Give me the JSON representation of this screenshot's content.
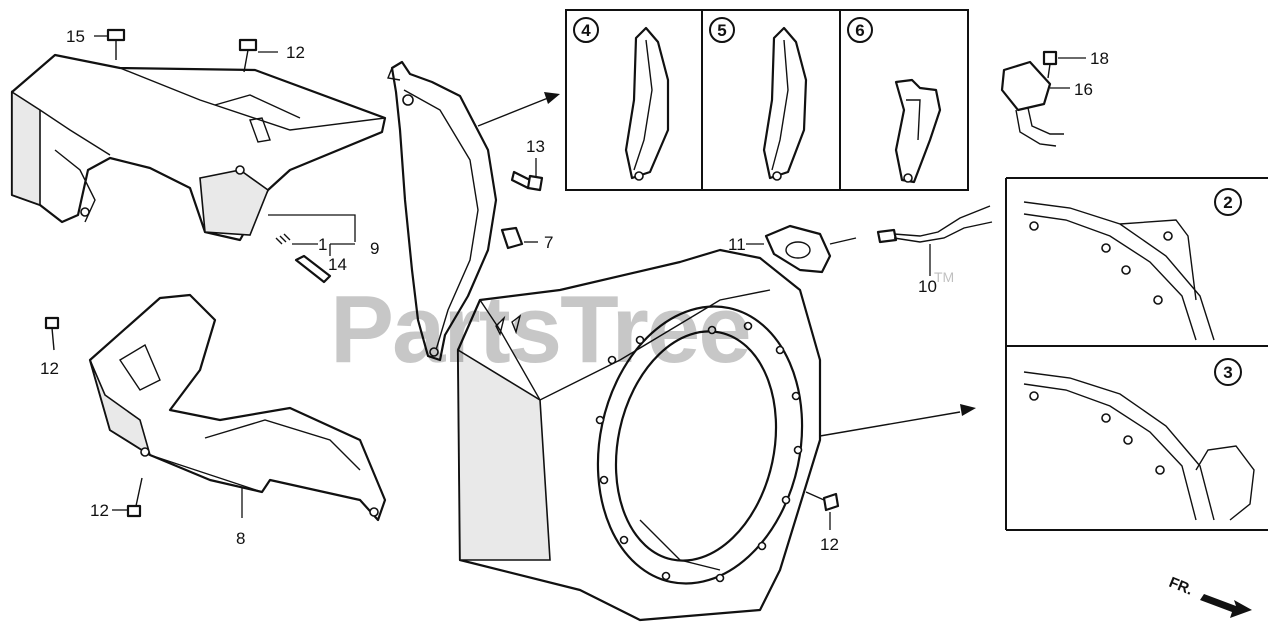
{
  "callouts": {
    "c15": "15",
    "c12a": "12",
    "c12b": "12",
    "c12c": "12",
    "c12d": "12",
    "c1": "1",
    "c9": "9",
    "c14": "14",
    "c8": "8",
    "c13": "13",
    "c7": "7",
    "c11": "11",
    "c10": "10",
    "c18": "18",
    "c16": "16"
  },
  "variants": {
    "v4": "4",
    "v5": "5",
    "v6": "6",
    "v2": "2",
    "v3": "3"
  },
  "watermark": {
    "text": "PartsTree",
    "tm": "TM"
  },
  "direction_label": "FR."
}
